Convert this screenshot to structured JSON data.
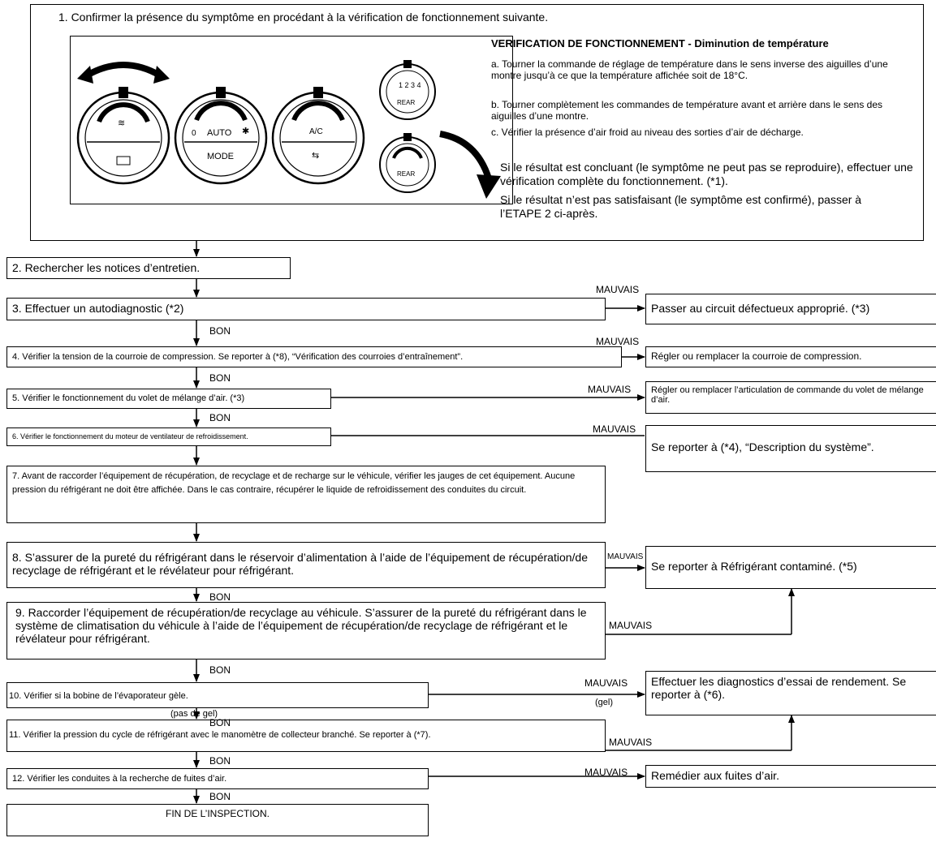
{
  "step1": {
    "label": "1. Confirmer la présence du symptôme en procédant à la vérification de fonctionnement suivante.",
    "check_title": "VERIFICATION DE FONCTIONNEMENT - Diminution de température",
    "check_a": "a. Tourner la commande de réglage de température dans le sens inverse des aiguilles d’une montre jusqu’à ce que la température affichée soit de 18°C.",
    "check_b": "b. Tourner complètement les commandes de température avant et arrière dans le sens des aiguilles d’une montre.",
    "check_c": "c. Vérifier la présence d’air froid au niveau des sorties d’air de décharge.",
    "result_1": "Si le résultat est concluant (le symptôme ne peut pas se reproduire), effectuer une vérification complète du fonctionnement. (*1).",
    "result_2": "Si le résultat n’est pas satisfaisant (le symptôme est confirmé), passer à l’ETAPE 2 ci-après.",
    "knob_labels": {
      "auto": "AUTO",
      "mode": "MODE",
      "ac": "A/C",
      "zero": "0",
      "rear": "REAR",
      "rear2": "REAR",
      "digits": "1 2 3 4",
      "zero_small": "0"
    }
  },
  "steps": {
    "s2": "2. Rechercher les notices d’entretien.",
    "s3": "3. Effectuer un autodiagnostic (*2)",
    "s4": "4. Vérifier la tension de la courroie de compression. Se reporter à (*8), “Vérification des courroies d’entraînement”.",
    "s5": "5. Vérifier le fonctionnement du volet de mélange d’air. (*3)",
    "s6": "6. Vérifier le fonctionnement du moteur de ventilateur de refroidissement.",
    "s7": "7. Avant de raccorder l’équipement de récupération, de recyclage et de recharge sur le véhicule, vérifier les jauges de cet équipement. Aucune pression du réfrigérant ne doit être affichée. Dans le cas contraire, récupérer le liquide de refroidissement des conduites du circuit.",
    "s8": "8. S’assurer de la pureté du réfrigérant dans le réservoir d’alimentation à l’aide de l’équipement de récupération/de recyclage de réfrigérant et le révélateur pour réfrigérant.",
    "s9": "9. Raccorder l’équipement de récupération/de recyclage au véhicule. S’assurer de la pureté du réfrigérant dans le système de climatisation du véhicule à l’aide de l’équipement de récupération/de recyclage de réfrigérant et le révélateur pour réfrigérant.",
    "s10": "10. Vérifier si la bobine de l’évaporateur gèle.",
    "s11": "11. Vérifier la pression du cycle de réfrigérant avec le manomètre de collecteur branché. Se reporter à (*7).",
    "s12": "12. Vérifier les conduites à la recherche de fuites d’air.",
    "end": "FIN DE L’INSPECTION."
  },
  "outcomes": {
    "o3": "Passer au circuit défectueux approprié. (*3)",
    "o4": "Régler ou remplacer la courroie de compression.",
    "o5": "Régler ou remplacer l’articulation de commande du volet de mélange d’air.",
    "o6": "Se reporter à (*4), “Description du système”.",
    "o8": "Se reporter à Réfrigérant contaminé. (*5)",
    "o10": "Effectuer les diagnostics d’essai de rendement. Se reporter à (*6).",
    "o12": "Remédier aux fuites d’air."
  },
  "labels": {
    "bad": "MAUVAIS",
    "good": "BON",
    "gel": "(gel)",
    "no_gel": "(pas de gel)"
  }
}
